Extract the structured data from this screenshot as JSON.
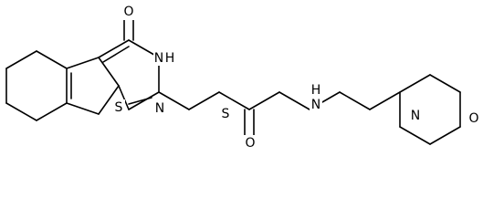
{
  "molecule": {
    "labels": {
      "carbonyl_o_ring": "O",
      "nh_ring": "N",
      "h_ring": "H",
      "s_thiophene": "S",
      "n_ring": "N",
      "s_thioether": "S",
      "o_amide": "O",
      "nh_amide": "N",
      "h_amide": "H",
      "n_morpholine": "N",
      "o_morpholine": "O"
    }
  }
}
